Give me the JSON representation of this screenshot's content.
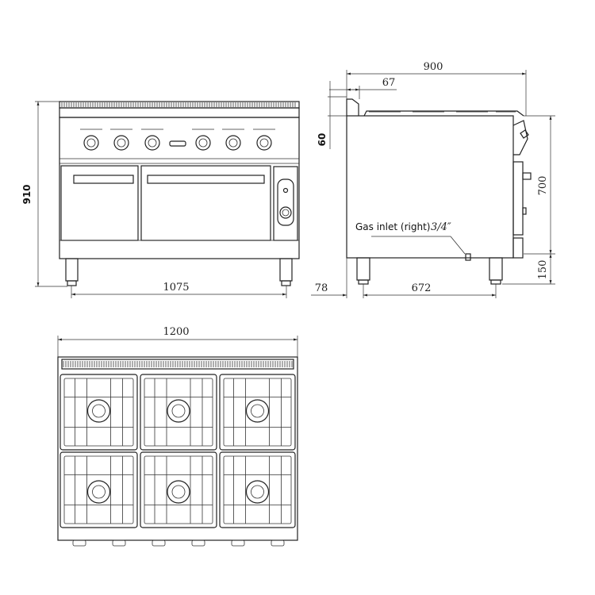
{
  "front_view": {
    "dim_height": "910",
    "dim_leg_span": "1075",
    "knob_count": 6
  },
  "side_view": {
    "dim_depth": "900",
    "dim_backsplash": "67",
    "dim_backsplash_height": "60",
    "dim_body_height": "700",
    "dim_leg_height": "150",
    "dim_leg_offset": "78",
    "dim_leg_span": "672",
    "gas_inlet_label": "Gas inlet (right)",
    "gas_inlet_size": "3/4″"
  },
  "top_view": {
    "dim_width": "1200",
    "burner_count": 6
  }
}
